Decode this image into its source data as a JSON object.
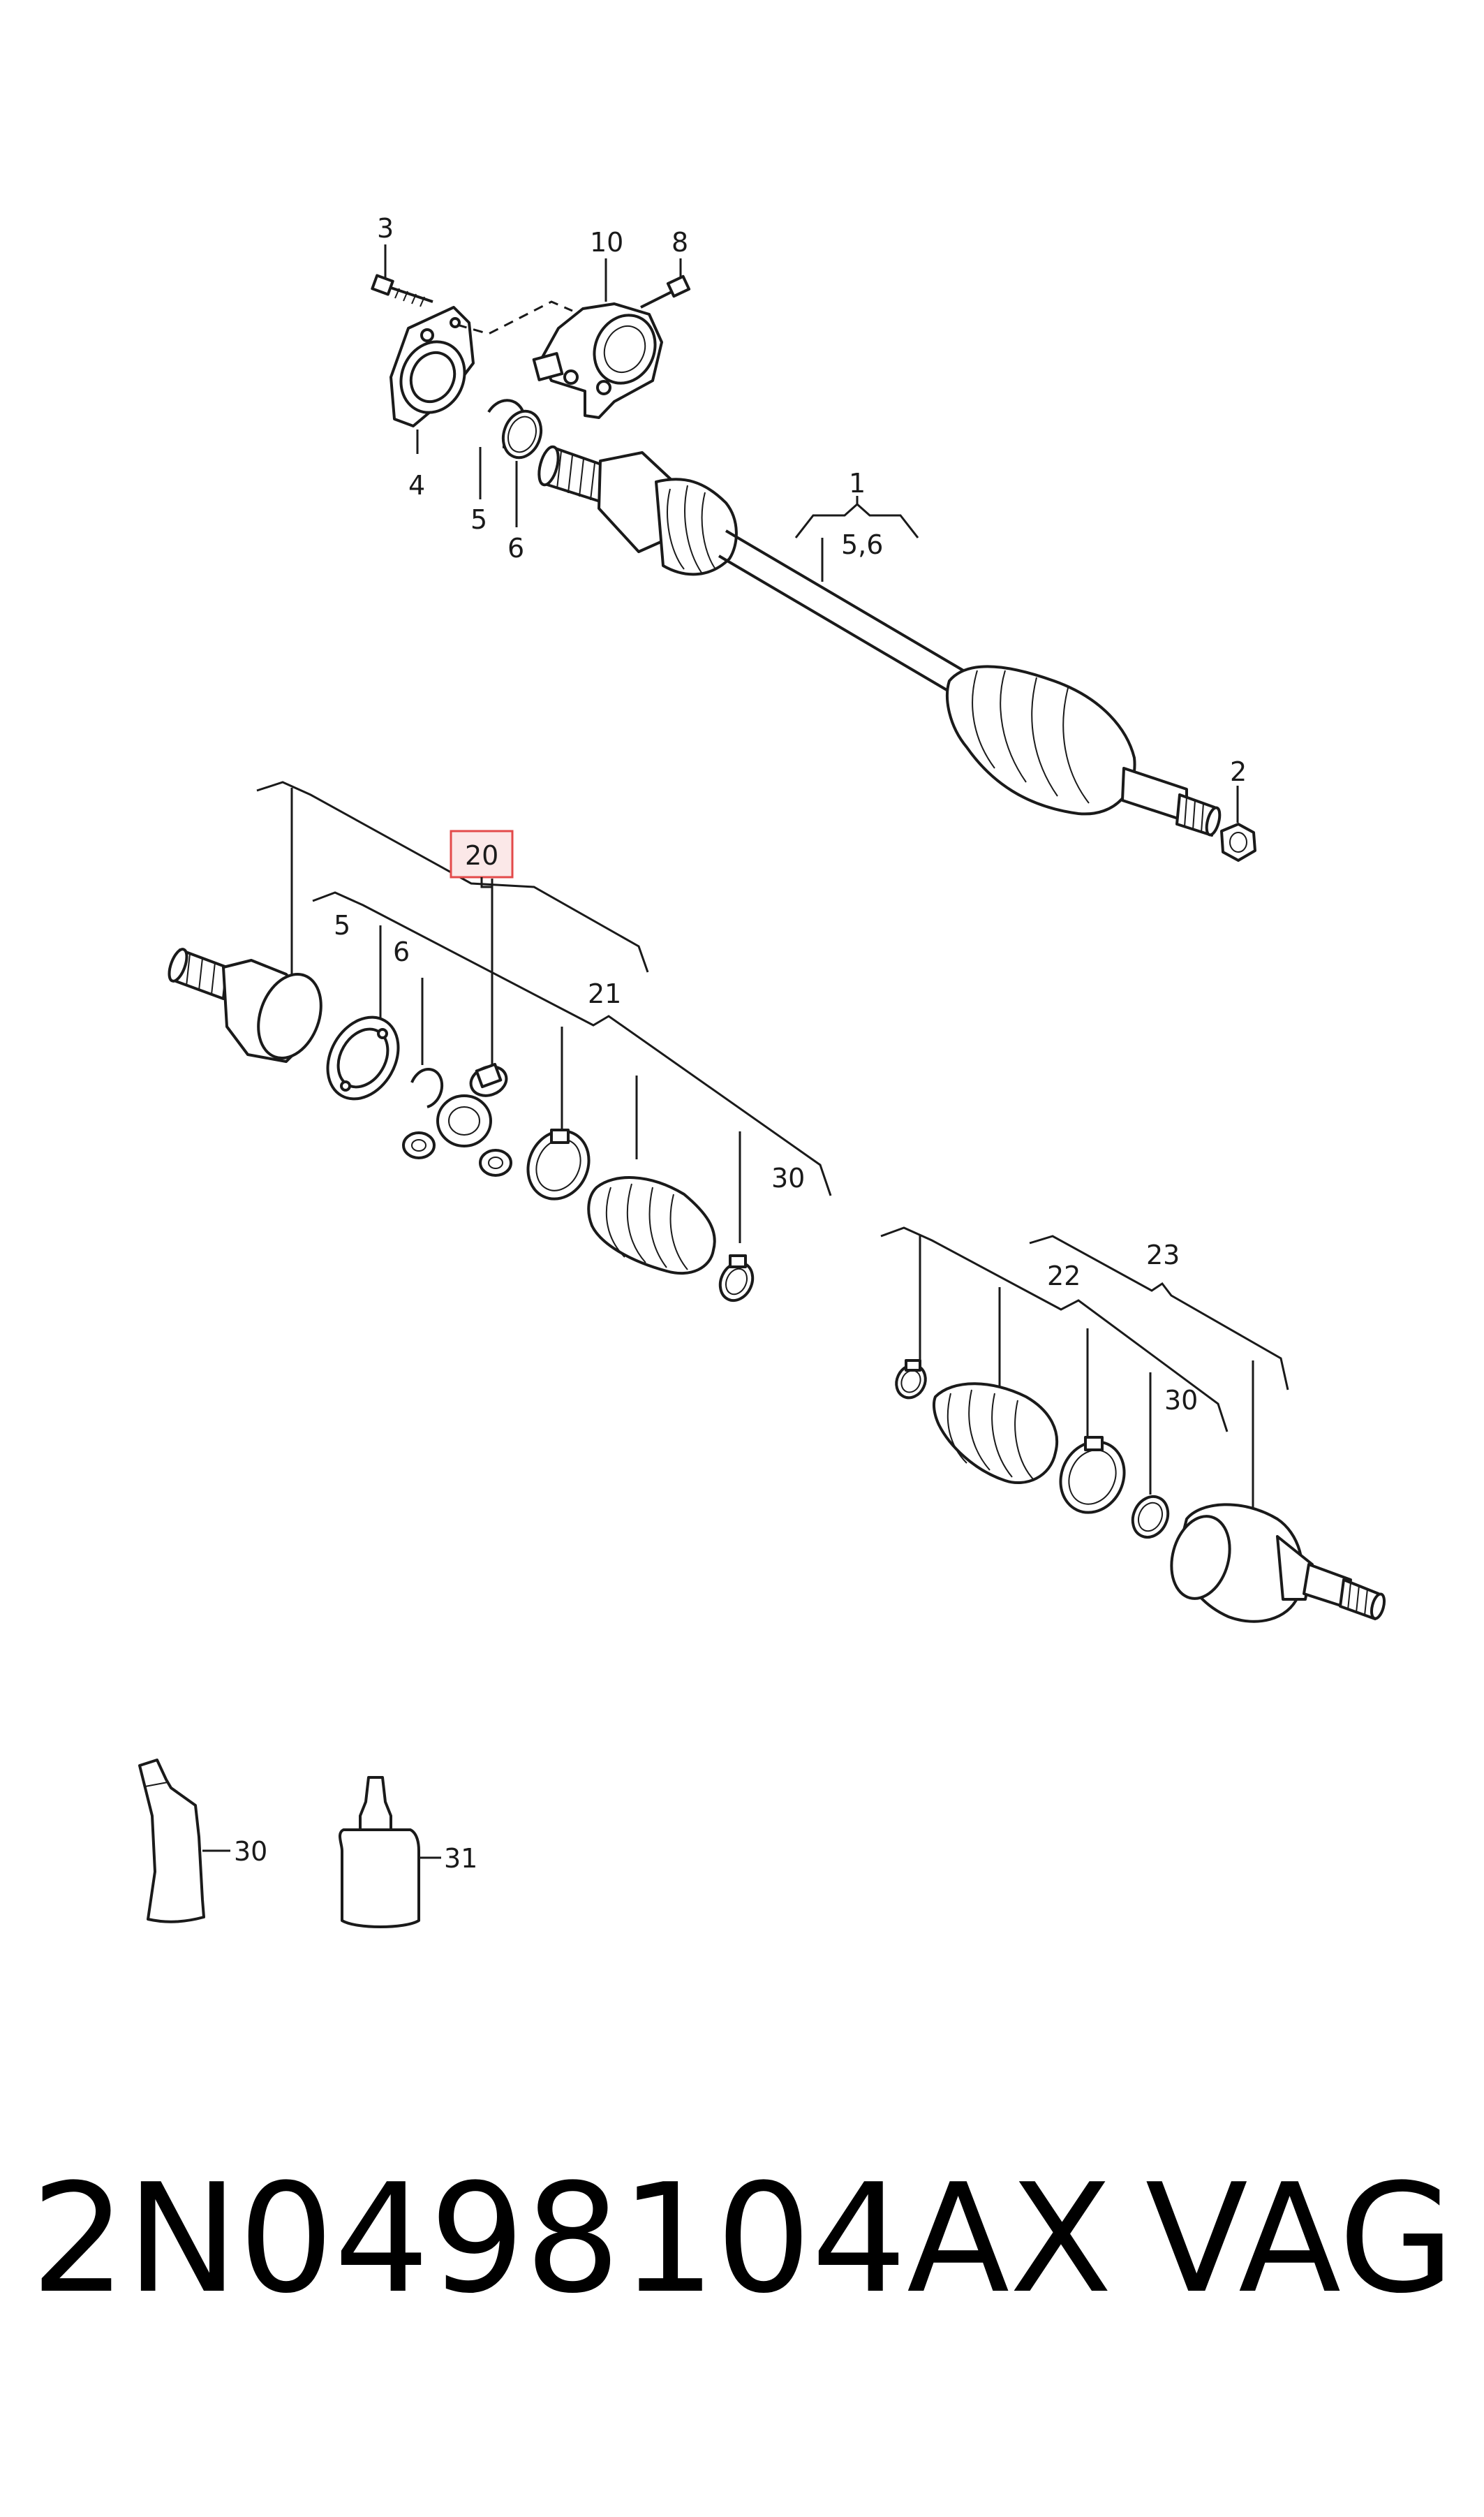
{
  "callouts": {
    "c1": "1",
    "c56": "5,6",
    "c2": "2",
    "c3": "3",
    "c4": "4",
    "c5": "5",
    "c6": "6",
    "c8": "8",
    "c10": "10",
    "c20": "20",
    "c5b": "5",
    "c6b": "6",
    "c21": "21",
    "c30a": "30",
    "c22": "22",
    "c23": "23",
    "c30b": "30",
    "c30c": "30",
    "c31": "31"
  },
  "highlight_color": "#e34a4a",
  "footer": {
    "part_number": "2N0498104AX",
    "brand": "VAG"
  }
}
